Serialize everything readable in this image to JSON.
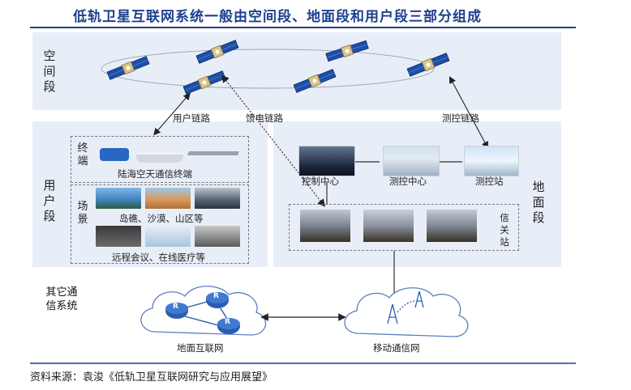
{
  "title": "低轨卫星互联网系统一般由空间段、地面段和用户段三部分组成",
  "segments": {
    "space": "空间段",
    "user": "用户段",
    "ground": "地面段",
    "other": "其它通信系统"
  },
  "links": {
    "user_link": "用户链路",
    "feeder_link": "馈电链路",
    "tt_link": "测控链路"
  },
  "user_segment": {
    "terminal_label": "终端",
    "terminal_caption": "陆海空天通信终端",
    "scene_label": "场景",
    "scene_caption_1": "岛礁、沙漠、山区等",
    "scene_caption_2": "远程会议、在线医疗等"
  },
  "ground_segment": {
    "control_center": "控制中心",
    "tt_center": "测控中心",
    "tt_station": "测控站",
    "gateway": "信关站"
  },
  "other_systems": {
    "terrestrial": "地面互联网",
    "mobile": "移动通信网"
  },
  "router_glyph": "R",
  "source": "资料来源：袁浚《低轨卫星互联网研究与应用展望》",
  "colors": {
    "title_blue": "#1f3f8f",
    "band_bg": "#e8eef8",
    "panel_blue": "#1c4fa8"
  }
}
